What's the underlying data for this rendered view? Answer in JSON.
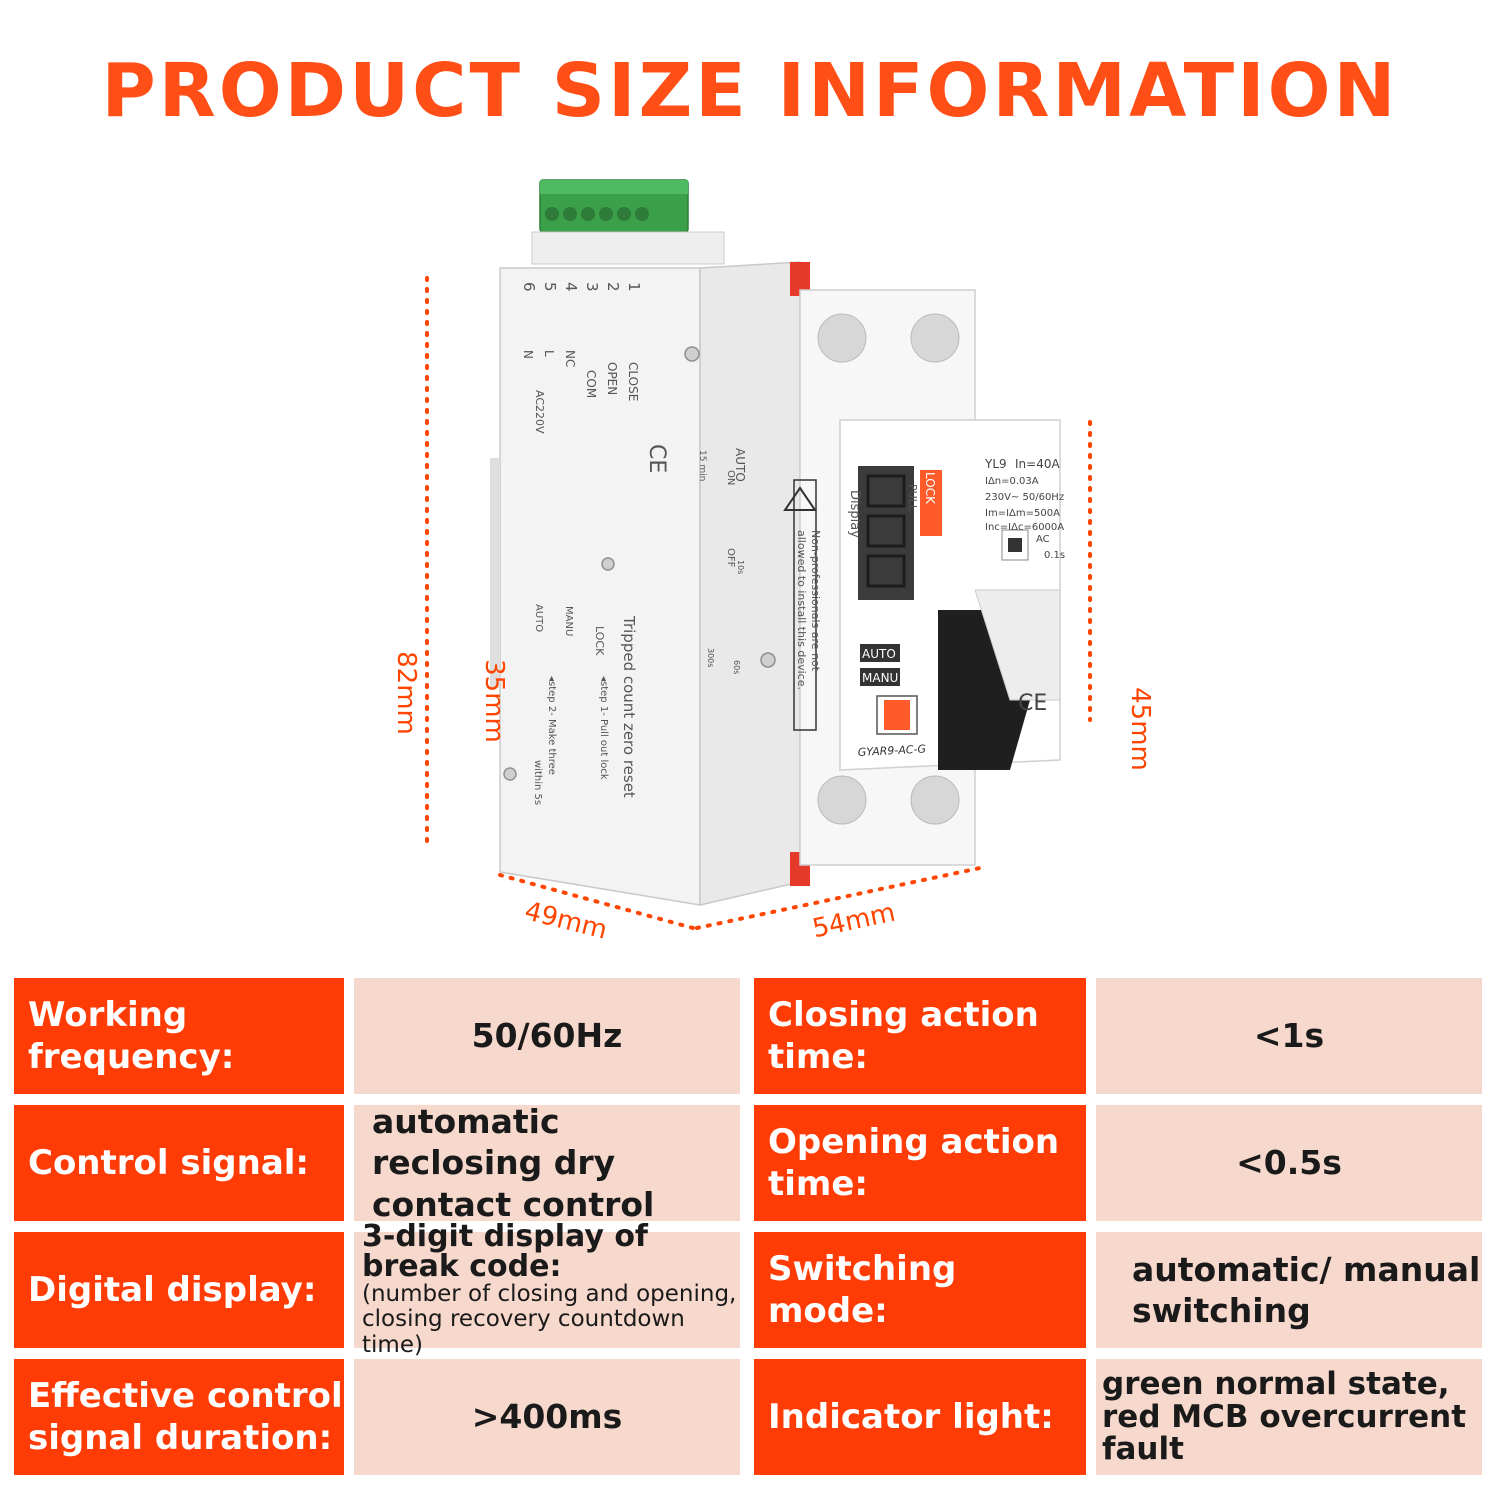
{
  "title": "PRODUCT SIZE INFORMATION",
  "colors": {
    "accent": "#ff4f17",
    "label_bg": "#ff3c06",
    "value_bg": "#f7d8cc"
  },
  "dimensions": {
    "height_total": "82mm",
    "height_front": "35mm",
    "height_module": "45mm",
    "depth": "49mm",
    "width": "54mm"
  },
  "device": {
    "terminal_numbers": [
      "6",
      "5",
      "4",
      "3",
      "2",
      "1"
    ],
    "terminal_names": [
      "N",
      "L",
      "NC",
      "COM",
      "OPEN",
      "CLOSE"
    ],
    "supply_label": "AC220V",
    "ce_mark": "CE",
    "reset_title": "Tripped count zero reset",
    "reset_step1": "◂step 1- Pull out lock",
    "reset_step2": "◂step 2- Make three",
    "reset_step2b": "within 5s",
    "lock_label": "LOCK",
    "pull_label": "PULL",
    "manu_label": "MANU",
    "auto_label": "AUTO",
    "auto_header": "AUTO",
    "timing_15min": "15 min",
    "timing_10s": "10s",
    "timing_60s": "60s",
    "timing_300s": "300s",
    "on_label": "ON",
    "off_label": "OFF",
    "warning_text_1": "Non-professionals are not",
    "warning_text_2": "allowed to install this device.",
    "display_label": "Display",
    "rating_model": "YL9",
    "rating_in": "In=40A",
    "rating_idn": "IΔn=0.03A",
    "rating_voltage": "230V~ 50/60Hz",
    "rating_im": "Im=IΔm=500A",
    "rating_inc": "Inc=IΔc=6000A",
    "rating_ac": "AC",
    "rating_time": "0.1s",
    "model_code": "GYAR9-AC-G"
  },
  "specs": [
    {
      "label": "Working frequency:",
      "value": "50/60Hz"
    },
    {
      "label": "Closing action time:",
      "value": "<1s"
    },
    {
      "label": "Control signal:",
      "value": "automatic reclosing dry contact control"
    },
    {
      "label": "Opening action time:",
      "value": "<0.5s"
    },
    {
      "label": "Digital display:",
      "value_main": "3-digit display of break code:",
      "value_detail": "(number of closing and opening, closing recovery countdown time)"
    },
    {
      "label": "Switching mode:",
      "value": "automatic/ manual switching"
    },
    {
      "label": "Effective control signal duration:",
      "value": ">400ms"
    },
    {
      "label": "Indicator light:",
      "value": "green normal state, red MCB overcurrent fault"
    }
  ]
}
